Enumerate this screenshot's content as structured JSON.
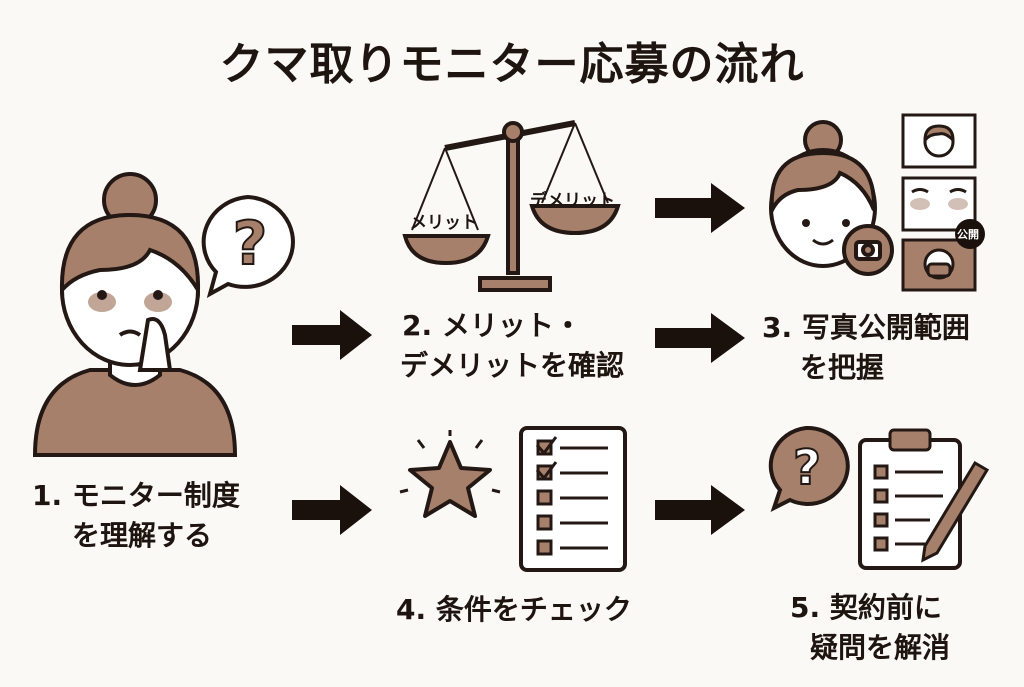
{
  "title": "クマ取りモニター応募の流れ",
  "colors": {
    "brown": "#a6806b",
    "dark": "#241814",
    "background": "#fbf9f6"
  },
  "steps": [
    {
      "line1": "1. モニター制度",
      "line2": "を理解する",
      "icon": "worried-woman-question-icon"
    },
    {
      "line1": "2. メリット・",
      "line2": "デメリットを確認",
      "icon": "balance-scale-icon"
    },
    {
      "line1": "3. 写真公開範囲",
      "line2": "を把握",
      "icon": "photo-publication-icon"
    },
    {
      "line1": "4. 条件をチェック",
      "icon": "star-checklist-icon"
    },
    {
      "line1": "5. 契約前に",
      "line2": "疑問を解消",
      "icon": "question-clipboard-icon"
    }
  ],
  "scale": {
    "left_label": "メリット",
    "right_label": "デメリット"
  },
  "photo_badge": "公開"
}
